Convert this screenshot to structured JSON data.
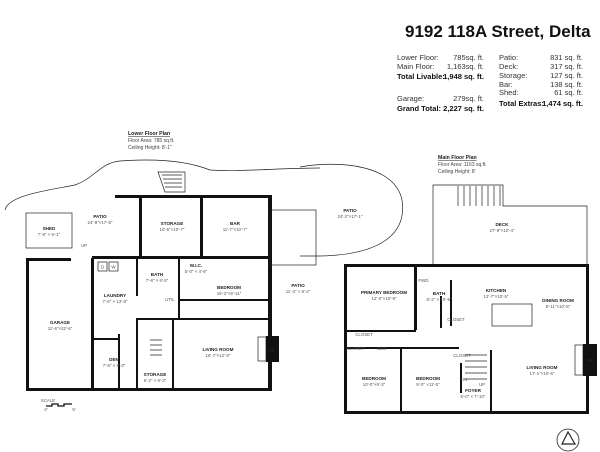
{
  "title": "9192 118A Street, Delta",
  "summary": {
    "left": [
      {
        "label": "Lower Floor:",
        "value": "785sq. ft.",
        "bold": false
      },
      {
        "label": "Main Floor:",
        "value": "1,163sq. ft.",
        "bold": false
      },
      {
        "label": "Total Livable:",
        "value": "1,948 sq. ft.",
        "bold": true
      },
      {
        "label": "Garage:",
        "value": "279sq. ft.",
        "bold": false
      },
      {
        "label": "Grand Total:",
        "value": "2,227 sq. ft.",
        "bold": true
      }
    ],
    "right": [
      {
        "label": "Patio:",
        "value": "831 sq. ft.",
        "bold": false
      },
      {
        "label": "Deck:",
        "value": "317 sq. ft.",
        "bold": false
      },
      {
        "label": "Storage:",
        "value": "127 sq. ft.",
        "bold": false
      },
      {
        "label": "Bar:",
        "value": "138 sq. ft.",
        "bold": false
      },
      {
        "label": "Shed:",
        "value": "61 sq. ft.",
        "bold": false
      },
      {
        "label": "Total Extras:",
        "value": "1,474 sq. ft.",
        "bold": true
      }
    ]
  },
  "lower": {
    "heading": "Lower Floor Plan",
    "area": "Floor Area: 785 sq.ft.",
    "ceiling": "Ceiling Height: 8'-1\"",
    "rooms": [
      {
        "name": "PATIO",
        "dim": "24'-8\"×17'-5\""
      },
      {
        "name": "SHED",
        "dim": "7'-8\" × 6'-1\""
      },
      {
        "name": "STORAGE",
        "dim": "10'-5\"×10'-7\""
      },
      {
        "name": "BAR",
        "dim": "11'-7\"×10'-7\""
      },
      {
        "name": "GARAGE",
        "dim": "11'-6\"×22'-6\""
      },
      {
        "name": "LAUNDRY",
        "dim": "7'-6\" × 13'-8\""
      },
      {
        "name": "BATH",
        "dim": "7'-6\" × 6'-5\""
      },
      {
        "name": "W.I.C.",
        "dim": "5'-0\" × 4'-8\""
      },
      {
        "name": "BEDROOM",
        "dim": "15'-2\"×9'-11\""
      },
      {
        "name": "PATIO",
        "dim": "11'-3\" × 8'-2\""
      },
      {
        "name": "DEN",
        "dim": "7'-6\" × 8'-3\""
      },
      {
        "name": "STORAGE",
        "dim": "6'-2\" × 9'-3\""
      },
      {
        "name": "LIVING ROOM",
        "dim": "16'-7\"×12'-0\""
      },
      {
        "name": "PATIO",
        "dim": "24'-2\"×17'-1\""
      }
    ],
    "util": "UTIL",
    "fp": "FP",
    "up": "UP",
    "washer": "W",
    "dryer": "D",
    "scale": "SCALE",
    "scale_start": "0'",
    "scale_end": "5'"
  },
  "main": {
    "heading": "Main Floor Plan",
    "area": "Floor Area: 1163 sq.ft.",
    "ceiling": "Ceiling Height: 8'",
    "rooms": [
      {
        "name": "DECK",
        "dim": "27'-9\"×10'-4\""
      },
      {
        "name": "PRIMARY BEDROOM",
        "dim": "12'-0\"×10'-9\""
      },
      {
        "name": "BATH",
        "dim": "8'-2\" × 10'-9\""
      },
      {
        "name": "KITCHEN",
        "dim": "12'-7\"×10'-5\""
      },
      {
        "name": "DINING ROOM",
        "dim": "9'-11\"×10'-8\""
      },
      {
        "name": "LIVING ROOM",
        "dim": "17'-1\"×10'-6\""
      },
      {
        "name": "BEDROOM",
        "dim": "10'-0\"×9'-3\""
      },
      {
        "name": "BEDROOM",
        "dim": "9'-0\" ×11'-0\""
      },
      {
        "name": "FOYER",
        "dim": "6'-0\" × 7'-10\""
      }
    ],
    "closets": [
      "CLOSET",
      "CLOSET",
      "CLO.",
      "CLOSET",
      "CLOSET"
    ],
    "fwd": "FWD.",
    "fp": "FP",
    "dn": "DN",
    "up": "UP"
  },
  "compass": "north-arrow-icon"
}
